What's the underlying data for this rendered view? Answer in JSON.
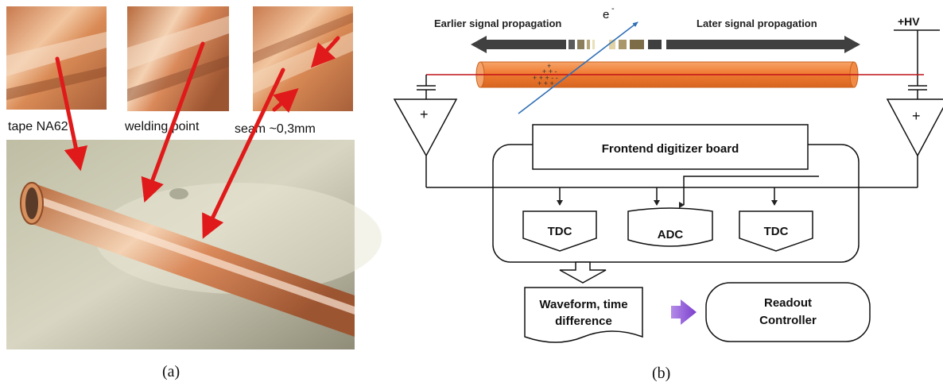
{
  "panel_a": {
    "captions": {
      "tape": "tape NA62",
      "welding": "welding point",
      "seam": "seam ~0,3mm"
    },
    "label": "(a)"
  },
  "panel_b": {
    "label": "(b)",
    "electron": "e",
    "electron_sup": "-",
    "earlier": "Earlier signal propagation",
    "later": "Later signal propagation",
    "hv": "+HV",
    "amp_left_sign": "+",
    "amp_right_sign": "+",
    "frontend": "Frontend digitizer board",
    "tdc_left": "TDC",
    "adc": "ADC",
    "tdc_right": "TDC",
    "output_line1": "Waveform, time",
    "output_line2": "difference",
    "readout_line1": "Readout",
    "readout_line2": "Controller"
  },
  "colors": {
    "arrow_red": "#e01a1a",
    "tube_orange": "#f07c32",
    "wire_red": "#c0121a",
    "electron_blue": "#2f6fb5",
    "propagation_gray": "#404040",
    "purple_arrow": "#8a4fd3"
  }
}
